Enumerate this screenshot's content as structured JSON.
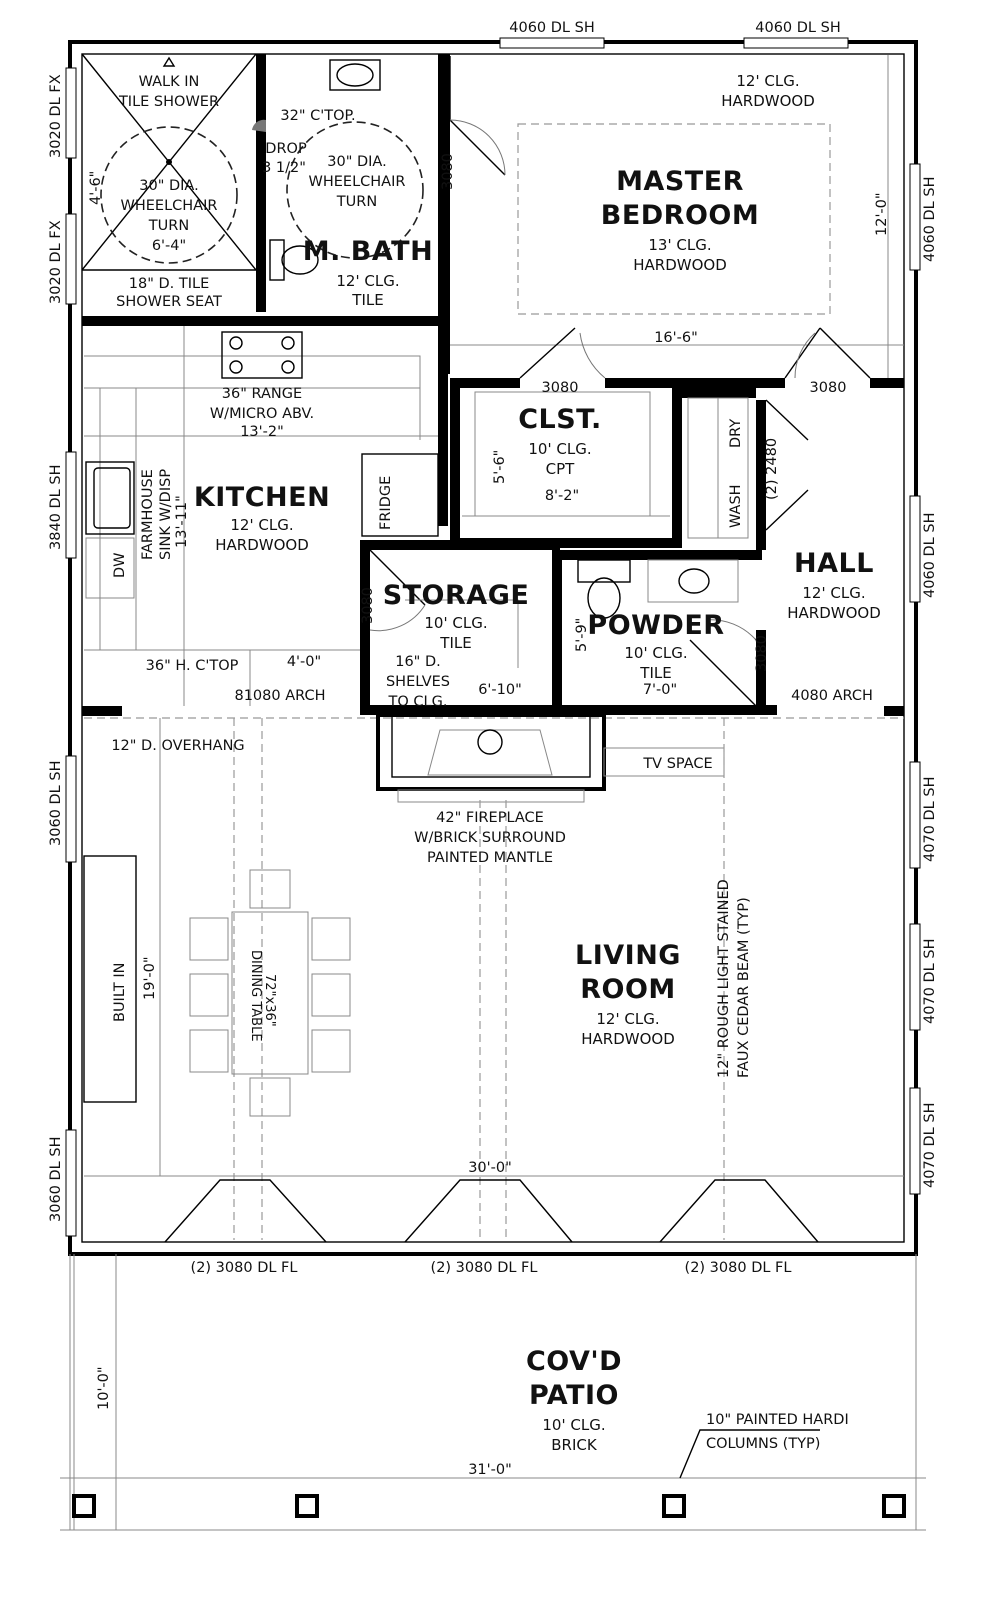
{
  "rooms": {
    "master_bedroom": {
      "line1": "MASTER",
      "line2": "BEDROOM",
      "ceiling": "13' CLG.",
      "floor": "HARDWOOD",
      "soffit_ceiling": "12' CLG.",
      "soffit_floor": "HARDWOOD"
    },
    "master_bath": {
      "name": "M. BATH",
      "ceiling": "12' CLG.",
      "floor": "TILE"
    },
    "closet": {
      "name": "CLST.",
      "ceiling": "10' CLG.",
      "floor": "CPT"
    },
    "kitchen": {
      "name": "KITCHEN",
      "ceiling": "12' CLG.",
      "floor": "HARDWOOD"
    },
    "storage": {
      "name": "STORAGE",
      "ceiling": "10' CLG.",
      "floor": "TILE"
    },
    "powder": {
      "name": "POWDER",
      "ceiling": "10' CLG.",
      "floor": "TILE"
    },
    "hall": {
      "name": "HALL",
      "ceiling": "12' CLG.",
      "floor": "HARDWOOD"
    },
    "living": {
      "line1": "LIVING",
      "line2": "ROOM",
      "ceiling": "12' CLG.",
      "floor": "HARDWOOD"
    },
    "patio": {
      "line1": "COV'D",
      "line2": "PATIO",
      "ceiling": "10' CLG.",
      "floor": "BRICK"
    }
  },
  "notes": {
    "shower_l1": "WALK IN",
    "shower_l2": "TILE SHOWER",
    "turn1_l1": "30\" DIA.",
    "turn1_l2": "WHEELCHAIR",
    "turn1_l3": "TURN",
    "shower_width": "6'-4\"",
    "shower_depth": "4'-6\"",
    "seat_l1": "18\" D. TILE",
    "seat_l2": "SHOWER SEAT",
    "ctop": "32\" C'TOP.",
    "drop_l1": "DROP",
    "drop_l2": "3 1/2\"",
    "turn2_l1": "30\" DIA.",
    "turn2_l2": "WHEELCHAIR",
    "turn2_l3": "TURN",
    "range_l1": "36\" RANGE",
    "range_l2": "W/MICRO ABV.",
    "kitchen_width": "13'-2\"",
    "fridge": "FRIDGE",
    "sink_l1": "FARMHOUSE",
    "sink_l2": "SINK W/DISP",
    "kitchen_depth": "13'-11\"",
    "dw": "DW",
    "h_ctop": "36\" H. C'TOP",
    "kitchen_run": "4'-0\"",
    "arch_kitchen": "81080 ARCH",
    "arch_hall": "4080 ARCH",
    "overhang": "12\" D. OVERHANG",
    "shelves_l1": "16\" D.",
    "shelves_l2": "SHELVES",
    "shelves_l3": "TO CLG.",
    "storage_width": "6'-10\"",
    "powder_width": "7'-0\"",
    "powder_depth": "5'-9\"",
    "closet_depth": "5'-6\"",
    "closet_width": "8'-2\"",
    "dry": "DRY",
    "wash": "WASH",
    "laundry_door": "(2) 2480",
    "master_width": "16'-6\"",
    "master_depth": "12'-0\"",
    "tv_space": "TV SPACE",
    "fireplace_l1": "42\" FIREPLACE",
    "fireplace_l2": "W/BRICK SURROUND",
    "fireplace_l3": "PAINTED MANTLE",
    "beam_l1": "12\" ROUGH LIGHT STAINED",
    "beam_l2": "FAUX CEDAR BEAM (TYP)",
    "built_in": "BUILT IN",
    "living_depth": "19'-0\"",
    "table_l1": "72\"x36\"",
    "table_l2": "DINING TABLE",
    "living_width": "30'-0\"",
    "patio_depth": "10'-0\"",
    "patio_width": "31'-0\"",
    "columns_l1": "10\" PAINTED HARDI",
    "columns_l2": "COLUMNS (TYP)"
  },
  "doors": {
    "bath_door": "3080",
    "closet_left": "3080",
    "closet_right": "3080",
    "storage_door": "3080",
    "powder_door": "3080"
  },
  "windows": {
    "top_left": "4060 DL SH",
    "top_right": "4060 DL SH",
    "right_master": "4060 DL SH",
    "right_hall": "4060 DL SH",
    "right_living1": "4070 DL SH",
    "right_living2": "4070 DL SH",
    "right_living3": "4070 DL SH",
    "left_shower1": "3020 DL FX",
    "left_shower2": "3020 DL FX",
    "left_kitchen": "3840 DL SH",
    "left_living1": "3060 DL SH",
    "left_living2": "3060 DL SH",
    "bottom_1": "(2) 3080 DL FL",
    "bottom_2": "(2) 3080 DL FL",
    "bottom_3": "(2) 3080 DL FL"
  }
}
